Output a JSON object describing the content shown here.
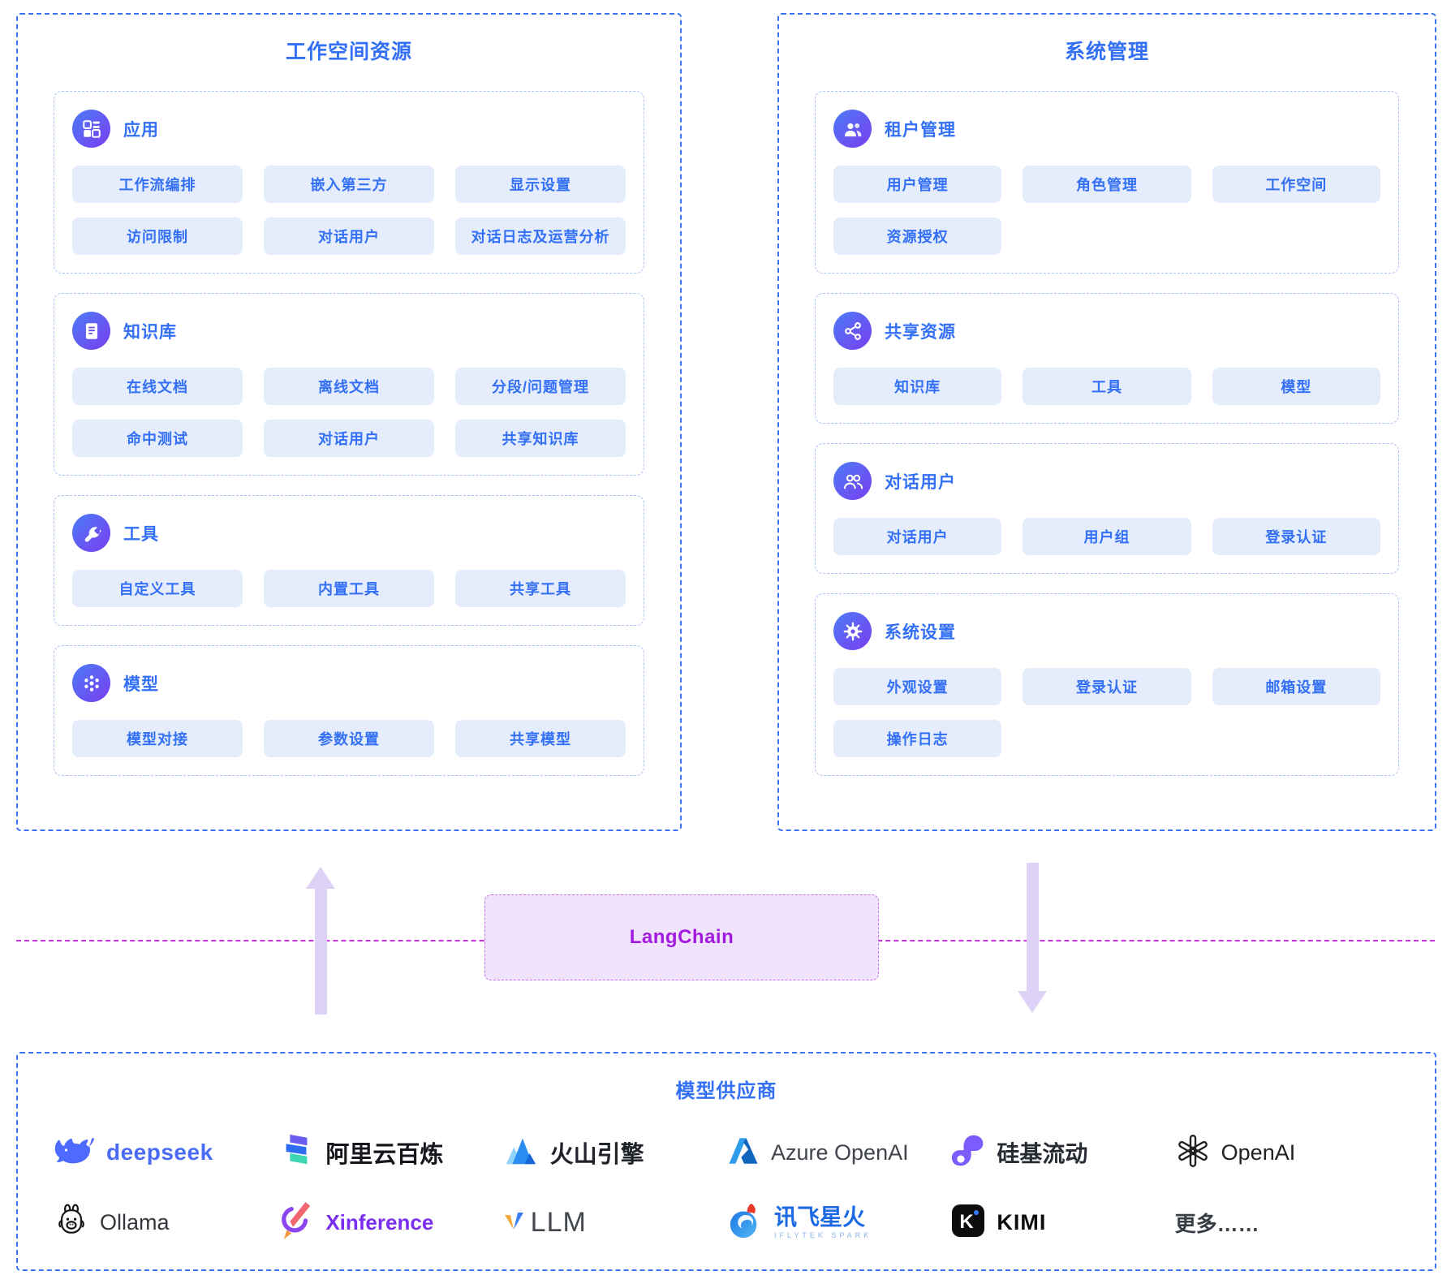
{
  "left": {
    "title": "工作空间资源",
    "sections": [
      {
        "title": "应用",
        "icon": "apps-icon",
        "rows": [
          [
            "工作流编排",
            "嵌入第三方",
            "显示设置"
          ],
          [
            "访问限制",
            "对话用户",
            "对话日志及运营分析"
          ]
        ]
      },
      {
        "title": "知识库",
        "icon": "knowledge-base-icon",
        "rows": [
          [
            "在线文档",
            "离线文档",
            "分段/问题管理"
          ],
          [
            "命中测试",
            "对话用户",
            "共享知识库"
          ]
        ]
      },
      {
        "title": "工具",
        "icon": "wrench-icon",
        "rows": [
          [
            "自定义工具",
            "内置工具",
            "共享工具"
          ]
        ]
      },
      {
        "title": "模型",
        "icon": "model-atom-icon",
        "rows": [
          [
            "模型对接",
            "参数设置",
            "共享模型"
          ]
        ]
      }
    ]
  },
  "right": {
    "title": "系统管理",
    "sections": [
      {
        "title": "租户管理",
        "icon": "tenant-users-icon",
        "rows": [
          [
            "用户管理",
            "角色管理",
            "工作空间"
          ],
          [
            "资源授权"
          ]
        ]
      },
      {
        "title": "共享资源",
        "icon": "share-icon",
        "rows": [
          [
            "知识库",
            "工具",
            "模型"
          ]
        ]
      },
      {
        "title": "对话用户",
        "icon": "chat-users-icon",
        "rows": [
          [
            "对话用户",
            "用户组",
            "登录认证"
          ]
        ]
      },
      {
        "title": "系统设置",
        "icon": "gear-icon",
        "rows": [
          [
            "外观设置",
            "登录认证",
            "邮箱设置"
          ],
          [
            "操作日志"
          ]
        ]
      }
    ]
  },
  "middle": {
    "langchain": "LangChain"
  },
  "providers": {
    "title": "模型供应商",
    "row1": [
      {
        "name": "deepseek",
        "text": "deepseek"
      },
      {
        "name": "aliyun-bailian",
        "text": "阿里云百炼"
      },
      {
        "name": "volcengine",
        "text": "火山引擎"
      },
      {
        "name": "azure-openai",
        "text": "Azure OpenAI"
      },
      {
        "name": "siliconflow",
        "text": "硅基流动"
      },
      {
        "name": "openai",
        "text": "OpenAI"
      }
    ],
    "row2": [
      {
        "name": "ollama",
        "text": "Ollama"
      },
      {
        "name": "xinference",
        "text": "Xinference"
      },
      {
        "name": "vllm",
        "text": "LLM"
      },
      {
        "name": "iflytek-spark",
        "text": "讯飞星火",
        "subtext": "IFLYTEK SPARK"
      },
      {
        "name": "kimi",
        "text": "KIMI"
      },
      {
        "name": "more",
        "text": "更多……"
      }
    ]
  },
  "colors": {
    "accent_blue": "#3370f5",
    "panel_border": "#3b72f6",
    "inner_border": "#a7c0f7",
    "button_bg": "#e5edfc",
    "icon_gradient_start": "#4b7cf6",
    "icon_gradient_end": "#7a3df0",
    "magenta_line": "#c233d6",
    "langchain_bg": "#f0e3fc",
    "langchain_border": "#cb6df0",
    "langchain_text": "#a21ae0",
    "arrow": "#ded1f6",
    "deepseek_blue": "#4a6bf5",
    "xinference_purple": "#7c2ef0",
    "spark_blue": "#1d6ae5"
  }
}
